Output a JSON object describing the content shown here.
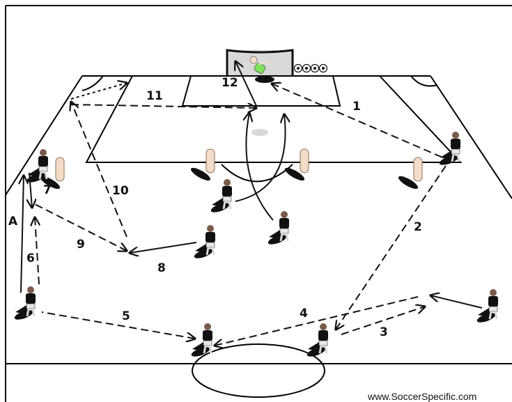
{
  "diagram": {
    "labels": [
      "1",
      "2",
      "3",
      "4",
      "5",
      "6",
      "7",
      "8",
      "9",
      "10",
      "11",
      "12",
      "A"
    ],
    "credit": "www.SoccerSpecific.com"
  }
}
